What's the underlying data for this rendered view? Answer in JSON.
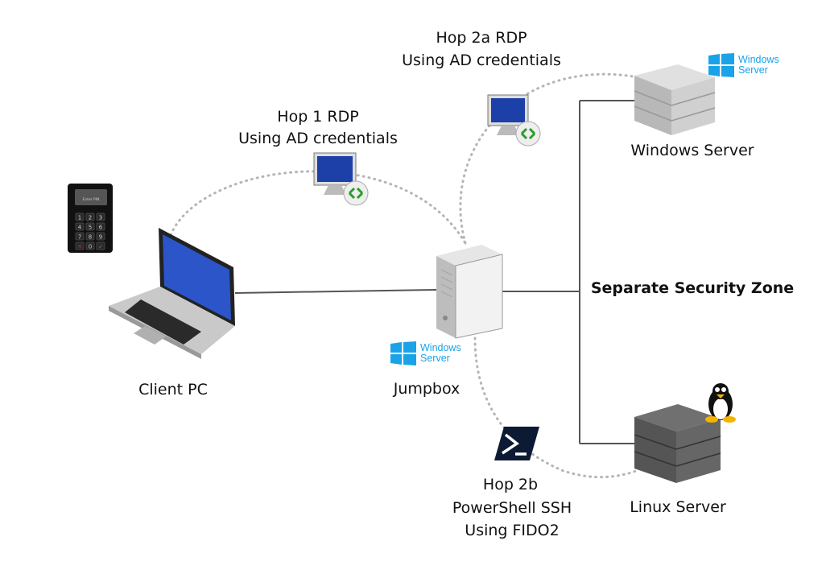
{
  "labels": {
    "hop2a_title": "Hop 2a RDP",
    "hop2a_sub": "Using AD credentials",
    "hop1_title": "Hop 1 RDP",
    "hop1_sub": "Using AD credentials",
    "windows_server": "Windows Server",
    "security_zone": "Separate Security Zone",
    "client_pc": "Client PC",
    "jumpbox": "Jumpbox",
    "hop2b_title": "Hop 2b",
    "hop2b_proto": "PowerShell SSH",
    "hop2b_sub": "Using FIDO2",
    "linux_server": "Linux Server"
  },
  "logos": {
    "windows_line1": "Windows",
    "windows_line2": "Server"
  },
  "keypad": {
    "screen_text": "Enter PIN",
    "keys": [
      "1",
      "2",
      "3",
      "4",
      "5",
      "6",
      "7",
      "8",
      "9",
      "✕",
      "0",
      "✓"
    ]
  },
  "colors": {
    "windows_blue": "#1aa3e8",
    "laptop_screen": "#2b55c9",
    "line": "#555555",
    "dotted": "#b5b5b5"
  }
}
